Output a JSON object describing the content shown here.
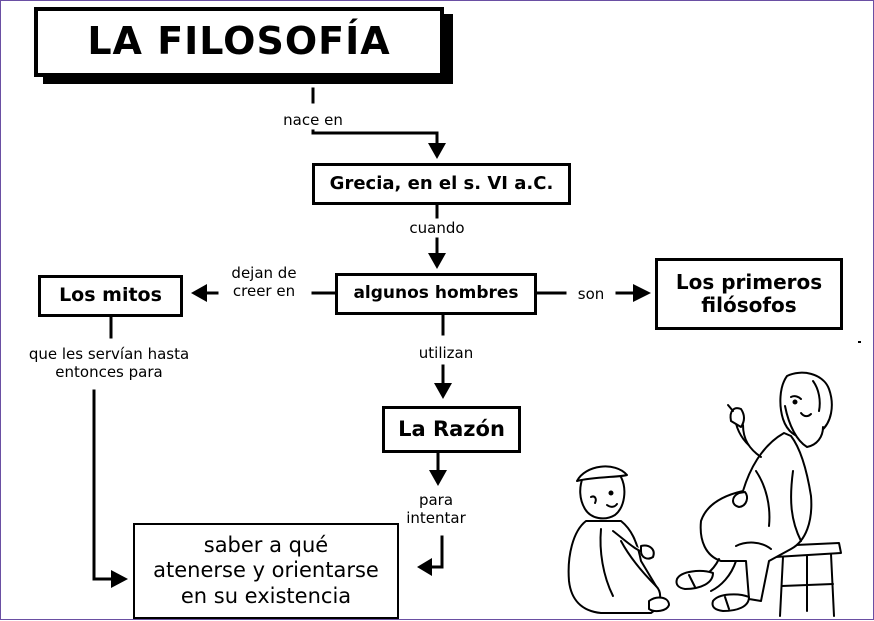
{
  "title": "LA FILOSOFÍA",
  "nodes": {
    "grecia": "Grecia, en el s. VI a.C.",
    "algunos_hombres": "algunos hombres",
    "los_mitos": "Los mitos",
    "primeros_filosofos": [
      "Los primeros",
      "filósofos"
    ],
    "la_razon": "La Razón",
    "saber": [
      "saber a qué",
      "atenerse y orientarse",
      "en su existencia"
    ]
  },
  "connectors": {
    "nace_en": "nace en",
    "cuando": "cuando",
    "dejan_de_creer_en": [
      "dejan de",
      "creer en"
    ],
    "son": "son",
    "utilizan": "utilizan",
    "que_les_servian": [
      "que les servían hasta",
      "entonces para"
    ],
    "para_intentar": [
      "para",
      "intentar"
    ]
  },
  "illustration": "philosopher-teaching-boy-drawing"
}
